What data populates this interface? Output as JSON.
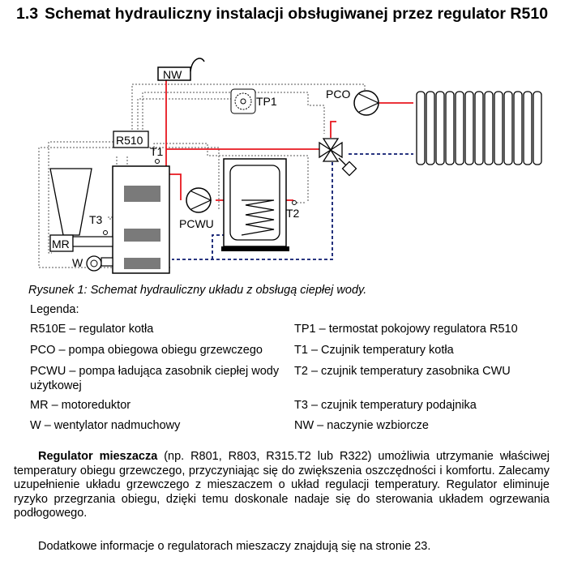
{
  "section": {
    "number": "1.3",
    "title": "Schemat hydrauliczny instalacji obsługiwanej przez regulator R510"
  },
  "diagram": {
    "labels": {
      "nw": "NW",
      "tp1": "TP1",
      "pco": "PCO",
      "r510": "R510",
      "t1": "T1",
      "t2": "T2",
      "t3": "T3",
      "pcwu": "PCWU",
      "mr": "MR",
      "w": "W"
    },
    "colors": {
      "supply": "#e8171f",
      "return": "#0b1a6e",
      "control": "#555555"
    }
  },
  "caption": "Rysunek 1: Schemat hydrauliczny układu z obsługą ciepłej wody.",
  "legend": {
    "title": "Legenda:",
    "left": [
      "R510E – regulator kotła",
      "PCO – pompa obiegowa obiegu grzewczego",
      "PCWU – pompa ładująca zasobnik ciepłej wody użytkowej",
      "MR – motoreduktor",
      "W – wentylator nadmuchowy"
    ],
    "right": [
      "TP1 – termostat pokojowy regulatora R510",
      "T1 – Czujnik temperatury kotła",
      "T2 – czujnik temperatury zasobnika CWU",
      "T3 – czujnik temperatury podajnika",
      "NW – naczynie wzbiorcze"
    ]
  },
  "paragraph1": {
    "bold_lead": "Regulator mieszacza",
    "text": " (np. R801, R803, R315.T2 lub R322) umożliwia utrzymanie właściwej temperatury obiegu grzewczego, przyczyniając się do zwiększenia oszczędności i komfortu. Zalecamy uzupełnienie układu grzewczego z mieszaczem o układ regulacji temperatury. Regulator eliminuje ryzyko przegrzania obiegu, dzięki temu doskonale nadaje się do sterowania układem ogrzewania podłogowego."
  },
  "paragraph2": "Dodatkowe informacje o regulatorach mieszaczy znajdują się na stronie 23."
}
